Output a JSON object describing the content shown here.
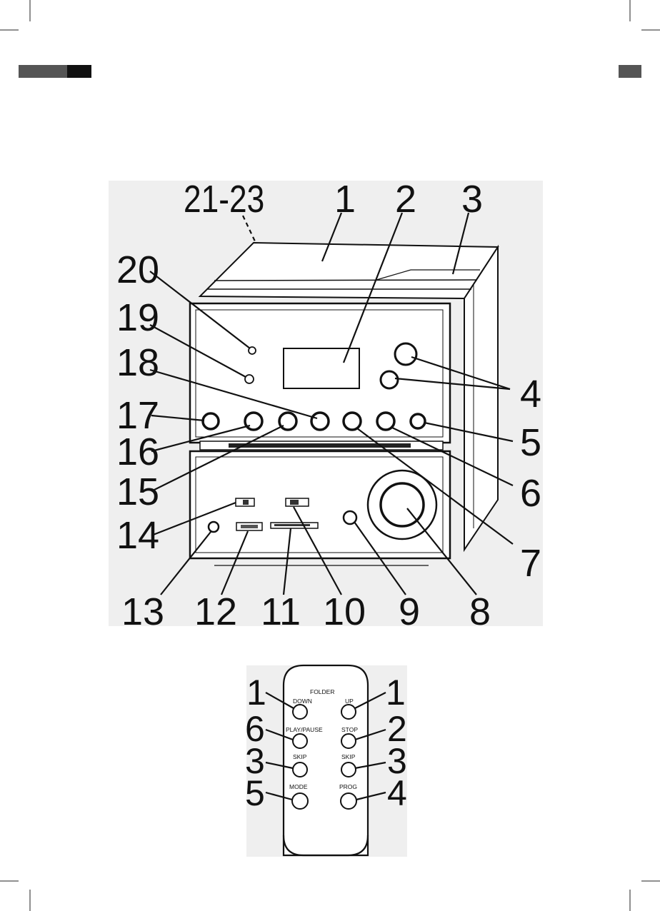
{
  "page_tabs": {
    "left_color": "#555555",
    "left_dark": "#111111",
    "right_color": "#555555"
  },
  "device_callouts": {
    "c21_23": "21-23",
    "c1": "1",
    "c2": "2",
    "c3": "3",
    "c4": "4",
    "c5": "5",
    "c6": "6",
    "c7": "7",
    "c8": "8",
    "c9": "9",
    "c10": "10",
    "c11": "11",
    "c12": "12",
    "c13": "13",
    "c14": "14",
    "c15": "15",
    "c16": "16",
    "c17": "17",
    "c18": "18",
    "c19": "19",
    "c20": "20"
  },
  "remote": {
    "folder_label": "FOLDER",
    "buttons": {
      "down": "DOWN",
      "up": "UP",
      "play_pause": "PLAY/PAUSE",
      "stop": "STOP",
      "skip_left": "SKIP",
      "skip_right": "SKIP",
      "mode": "MODE",
      "prog": "PROG"
    },
    "callouts": {
      "down": "1",
      "up": "1",
      "play_pause": "6",
      "stop": "2",
      "skip_left": "3",
      "skip_right": "3",
      "mode": "5",
      "prog": "4"
    }
  }
}
